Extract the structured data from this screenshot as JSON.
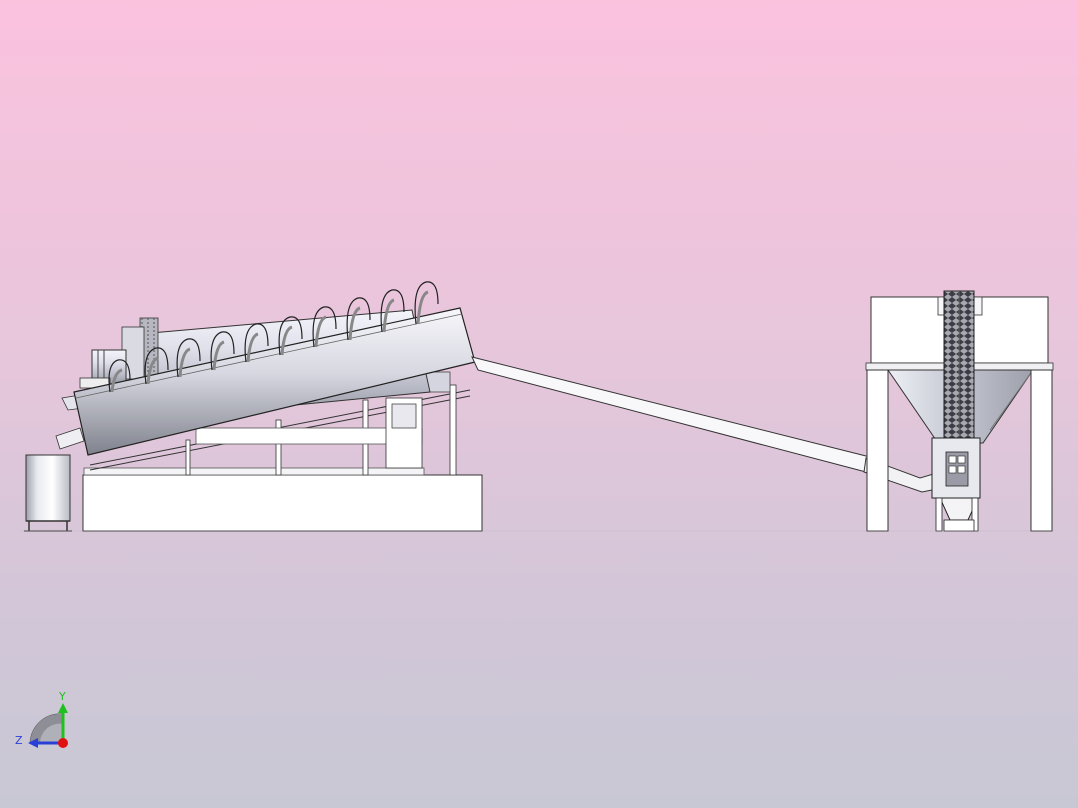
{
  "viewport": {
    "background_top": "#fbc2de",
    "background_bottom": "#c8c8d4"
  },
  "model": {
    "components": [
      "small-tank",
      "base-platform",
      "inclined-screw-washer",
      "drive-motor",
      "spiral-flights",
      "discharge-pipe",
      "silo-hopper",
      "bucket-elevator",
      "elevator-motor"
    ]
  },
  "triad": {
    "y_label": "Y",
    "z_label": "Z",
    "y_color": "#1fc01f",
    "z_color": "#2a3fd6",
    "x_color": "#e01010"
  }
}
